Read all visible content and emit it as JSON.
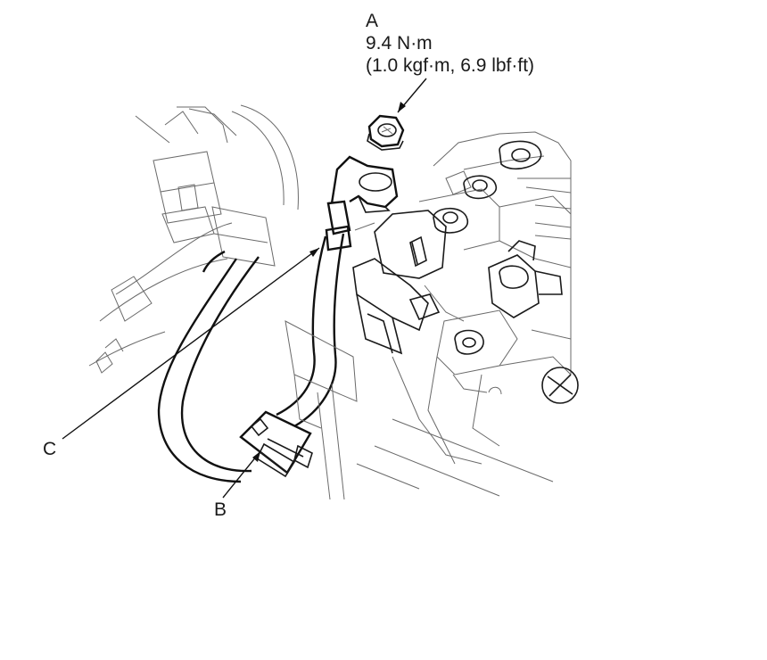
{
  "callouts": {
    "a": {
      "letter": "A",
      "torque_nm": "9.4 N·m",
      "torque_alt": "(1.0 kgf·m, 6.9 lbf·ft)"
    },
    "b": {
      "letter": "B"
    },
    "c": {
      "letter": "C"
    }
  },
  "colors": {
    "line": "#1a1a1a",
    "background": "#ffffff"
  }
}
